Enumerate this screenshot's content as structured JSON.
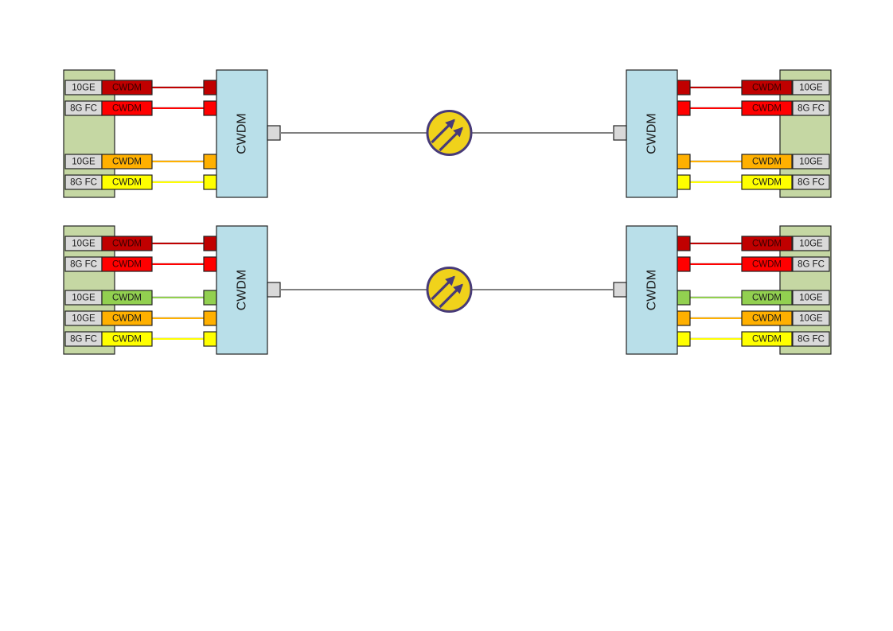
{
  "colors": {
    "chassis": "#c5d7a3",
    "mux": "#b9dfe9",
    "port_label_bg": "#d9d9d9",
    "dark_red": "#c00000",
    "red": "#ff0000",
    "green": "#92d050",
    "orange": "#ffb000",
    "yellow": "#ffff00",
    "fiber": "#808080",
    "router": "#f0d21b",
    "router_outline": "#473a78"
  },
  "mux_label": "CWDM",
  "sfp_label": "CWDM",
  "router_icon": "router-arrows-icon",
  "links": [
    {
      "channels": [
        {
          "label": "10GE",
          "color": "dark_red"
        },
        {
          "label": "8G FC",
          "color": "red"
        },
        {
          "label": "10GE",
          "color": "orange"
        },
        {
          "label": "8G FC",
          "color": "yellow"
        }
      ]
    },
    {
      "channels": [
        {
          "label": "10GE",
          "color": "dark_red"
        },
        {
          "label": "8G FC",
          "color": "red"
        },
        {
          "label": "10GE",
          "color": "green"
        },
        {
          "label": "10GE",
          "color": "orange"
        },
        {
          "label": "8G FC",
          "color": "yellow"
        }
      ]
    }
  ]
}
